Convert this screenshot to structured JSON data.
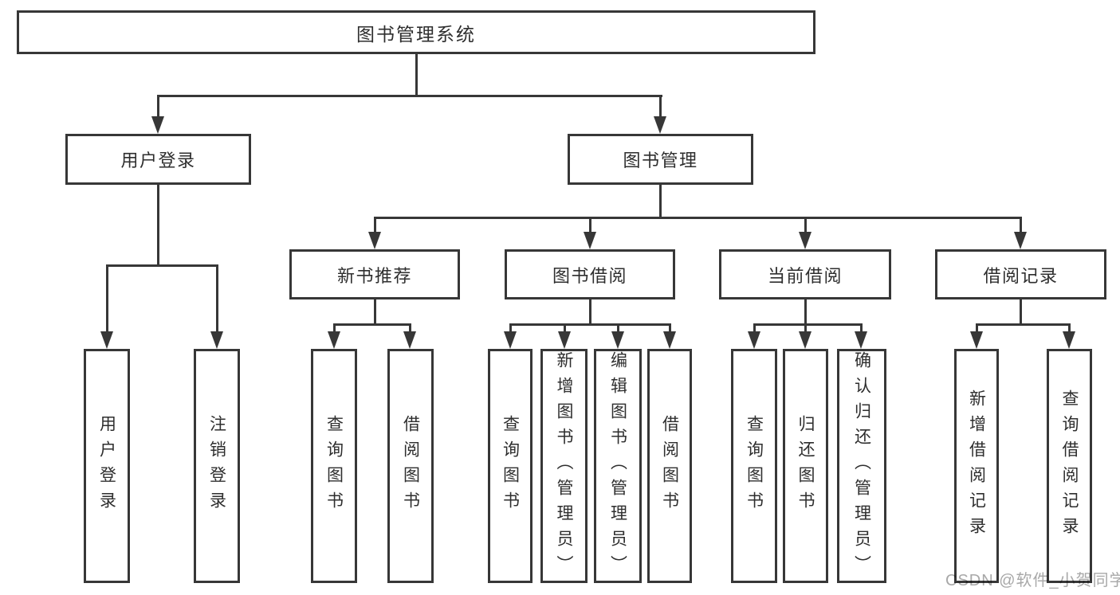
{
  "diagram": {
    "root": {
      "label": "图书管理系统"
    },
    "level2": [
      {
        "label": "用户登录"
      },
      {
        "label": "图书管理"
      }
    ],
    "level3": [
      {
        "label": "新书推荐"
      },
      {
        "label": "图书借阅"
      },
      {
        "label": "当前借阅"
      },
      {
        "label": "借阅记录"
      }
    ],
    "leaves": {
      "user_login": [
        {
          "label": "用户登录"
        },
        {
          "label": "注销登录"
        }
      ],
      "new_book_recommendation": [
        {
          "label": "查询图书"
        },
        {
          "label": "借阅图书"
        }
      ],
      "book_borrowing": [
        {
          "label": "查询图书"
        },
        {
          "label": "新增图书（管理员）"
        },
        {
          "label": "编辑图书（管理员）"
        },
        {
          "label": "借阅图书"
        }
      ],
      "current_borrowing": [
        {
          "label": "查询图书"
        },
        {
          "label": "归还图书"
        },
        {
          "label": "确认归还（管理员）"
        }
      ],
      "borrowing_records": [
        {
          "label": "新增借阅记录"
        },
        {
          "label": "查询借阅记录"
        }
      ]
    },
    "watermark": "CSDN @软件_小贺同学",
    "colors": {
      "line": "#373737",
      "text": "#2e2e2e",
      "watermark": "#a8a8a8",
      "background": "#ffffff"
    }
  }
}
